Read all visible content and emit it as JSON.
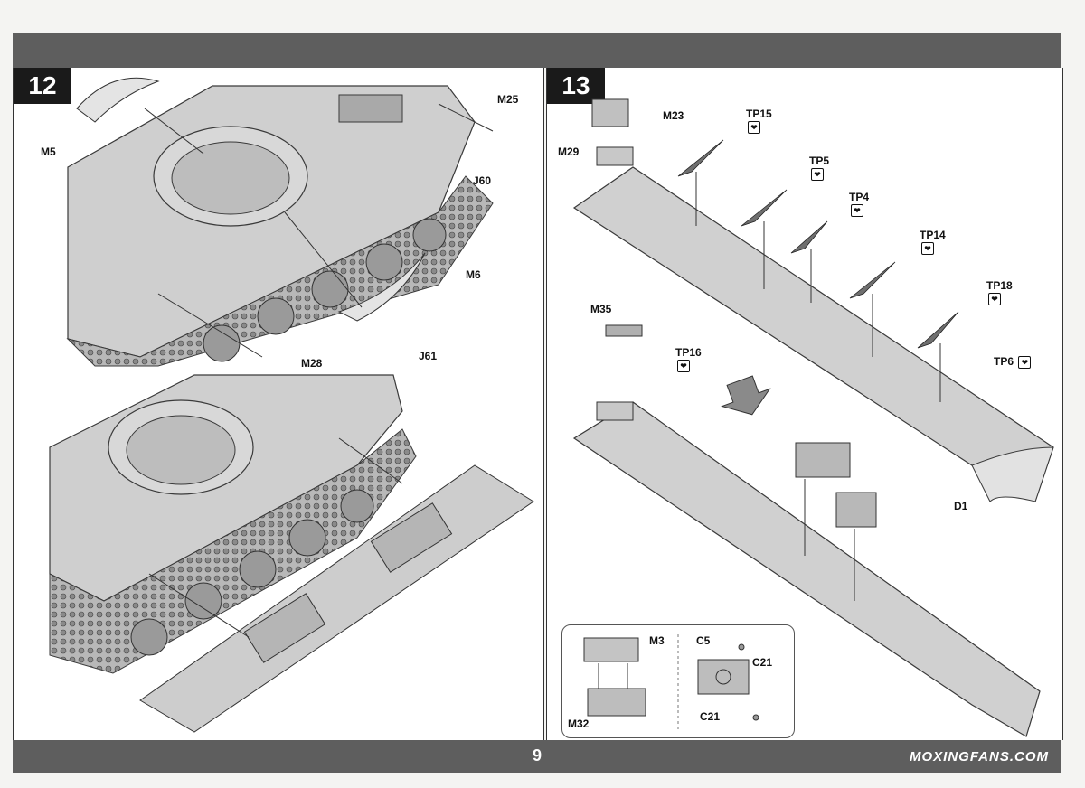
{
  "page": {
    "number": "9",
    "watermark": "MOXINGFANS.COM"
  },
  "steps": [
    {
      "number": "12",
      "callouts": [
        "M5",
        "M25",
        "J60",
        "M6",
        "J61",
        "M28"
      ]
    },
    {
      "number": "13",
      "callouts": [
        "M23",
        "M29",
        "TP15",
        "TP5",
        "TP4",
        "TP14",
        "TP18",
        "TP6",
        "D1",
        "M35",
        "TP16"
      ]
    }
  ],
  "inset": {
    "callouts": [
      "M3",
      "M32",
      "C5",
      "C21",
      "C21"
    ]
  },
  "icons": {
    "photo_etch": "photo-etch-icon"
  },
  "colors": {
    "bar": "#5e5e5e",
    "step_box": "#1a1a1a",
    "part_fill": "#c8c8c8",
    "part_stroke": "#3a3a3a"
  }
}
